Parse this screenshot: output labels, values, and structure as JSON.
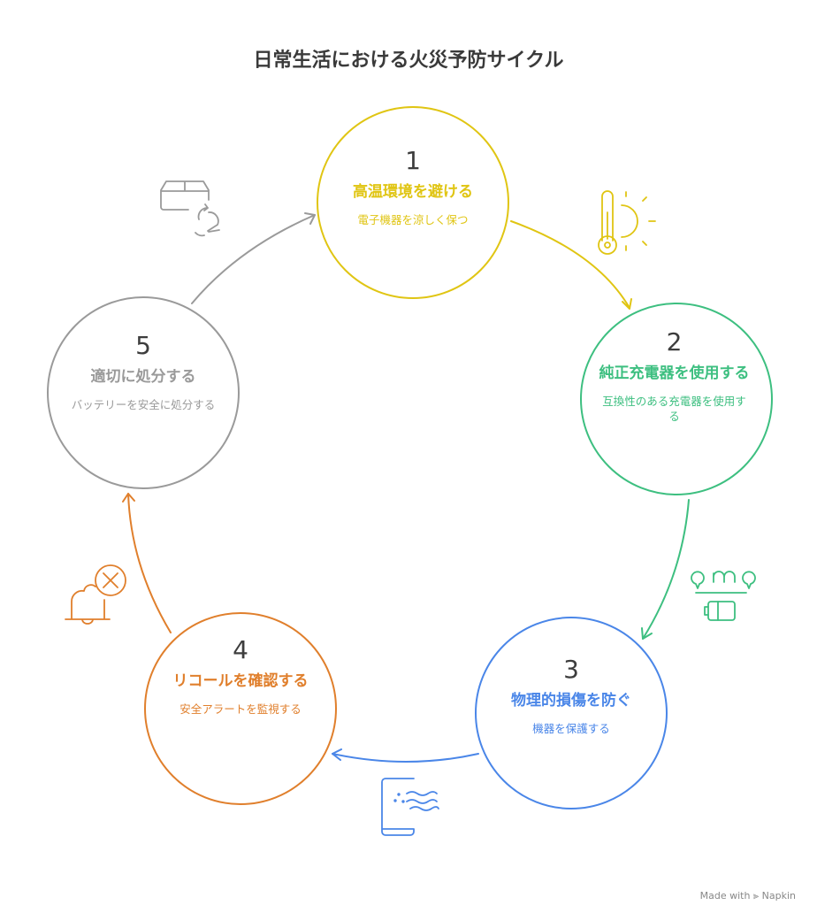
{
  "title": "日常生活における火災予防サイクル",
  "colors": {
    "step1": "#E0C513",
    "step2": "#3DBF80",
    "step3": "#4A86E8",
    "step4": "#E07F2C",
    "step5": "#9A9A9A"
  },
  "steps": [
    {
      "number": "1",
      "heading": "高温環境を避ける",
      "description": "電子機器を涼しく保つ",
      "icon": "thermometer-sun-icon"
    },
    {
      "number": "2",
      "heading": "純正充電器を使用する",
      "description": "互換性のある充電器を使用する",
      "icon": "charger-battery-icon"
    },
    {
      "number": "3",
      "heading": "物理的損傷を防ぐ",
      "description": "機器を保護する",
      "icon": "device-protection-icon"
    },
    {
      "number": "4",
      "heading": "リコールを確認する",
      "description": "安全アラートを監視する",
      "icon": "bell-alert-icon"
    },
    {
      "number": "5",
      "heading": "適切に処分する",
      "description": "バッテリーを安全に処分する",
      "icon": "box-recycle-icon"
    }
  ],
  "footer": "Made with ⫸ Napkin"
}
